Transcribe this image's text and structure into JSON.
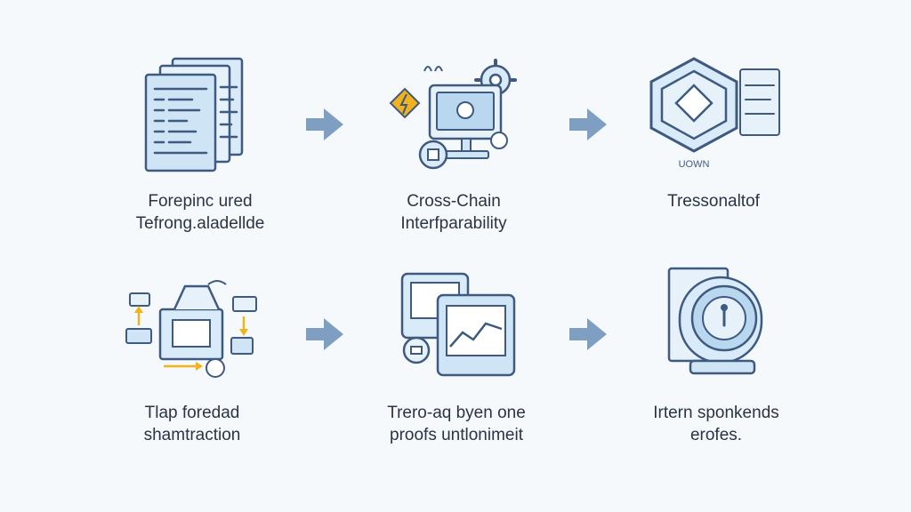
{
  "steps": [
    {
      "line1": "Forepinc ured",
      "line2": "Tefrong.aladellde",
      "icon": "document-stack-icon"
    },
    {
      "line1": "Cross-Chain",
      "line2": "Interfparability",
      "icon": "monitor-gear-icon"
    },
    {
      "line1": "Tressonaltof",
      "line2": "",
      "icon": "hexagon-cube-icon"
    },
    {
      "line1": "Tlap foredad",
      "line2": "shamtraction",
      "icon": "network-flow-icon"
    },
    {
      "line1": "Trero-aq byen one",
      "line2": "proofs untlonimeit",
      "icon": "chart-windows-icon"
    },
    {
      "line1": "Irtern sponkends",
      "line2": "erofes.",
      "icon": "vault-lock-icon"
    }
  ],
  "hexagon_label": "UOWN",
  "colors": {
    "stroke": "#3f5a80",
    "fill_light": "#d9ebf8",
    "fill_mid": "#b9d8f0",
    "arrow": "#7f9fc2",
    "accent": "#f2b21c"
  }
}
